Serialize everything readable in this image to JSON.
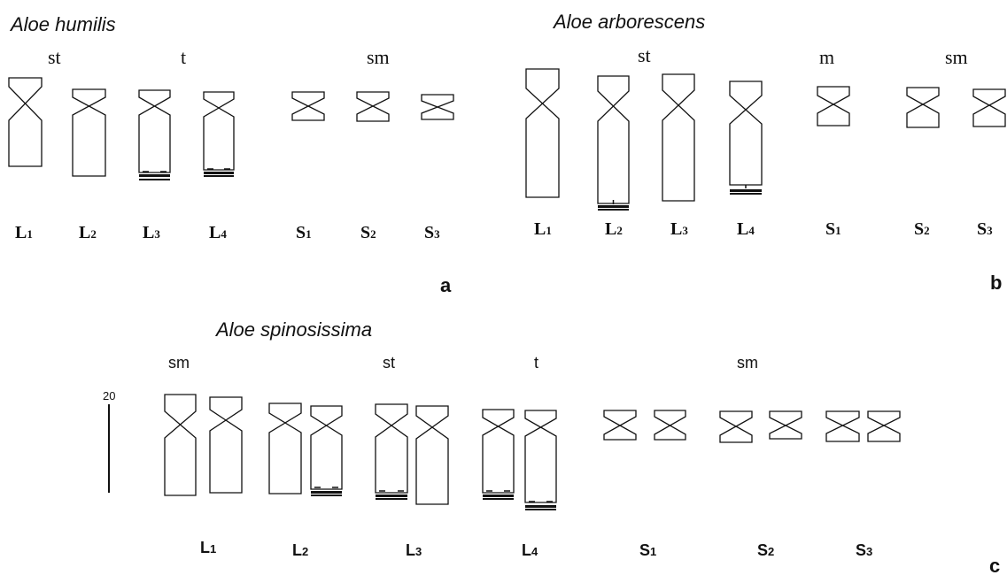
{
  "panels": [
    {
      "id": "a",
      "species": "Aloe humilis",
      "panel_letter": "a",
      "classes": [
        "st",
        "t",
        "sm"
      ],
      "labels": [
        {
          "main": "L",
          "sub": "1"
        },
        {
          "main": "L",
          "sub": "2"
        },
        {
          "main": "L",
          "sub": "3"
        },
        {
          "main": "L",
          "sub": "4"
        },
        {
          "main": "S",
          "sub": "1"
        },
        {
          "main": "S",
          "sub": "2"
        },
        {
          "main": "S",
          "sub": "3"
        }
      ]
    },
    {
      "id": "b",
      "species": "Aloe arborescens",
      "panel_letter": "b",
      "classes": [
        "st",
        "m",
        "sm"
      ],
      "labels": [
        {
          "main": "L",
          "sub": "1"
        },
        {
          "main": "L",
          "sub": "2"
        },
        {
          "main": "L",
          "sub": "3"
        },
        {
          "main": "L",
          "sub": "4"
        },
        {
          "main": "S",
          "sub": "1"
        },
        {
          "main": "S",
          "sub": "2"
        },
        {
          "main": "S",
          "sub": "3"
        }
      ]
    },
    {
      "id": "c",
      "species": "Aloe spinosissima",
      "panel_letter": "c",
      "classes": [
        "sm",
        "st",
        "t",
        "sm"
      ],
      "labels": [
        {
          "main": "L",
          "sub": "1"
        },
        {
          "main": "L",
          "sub": "2"
        },
        {
          "main": "L",
          "sub": "3"
        },
        {
          "main": "L",
          "sub": "4"
        },
        {
          "main": "S",
          "sub": "1"
        },
        {
          "main": "S",
          "sub": "2"
        },
        {
          "main": "S",
          "sub": "3"
        }
      ],
      "scale_bar_label": "20"
    }
  ]
}
